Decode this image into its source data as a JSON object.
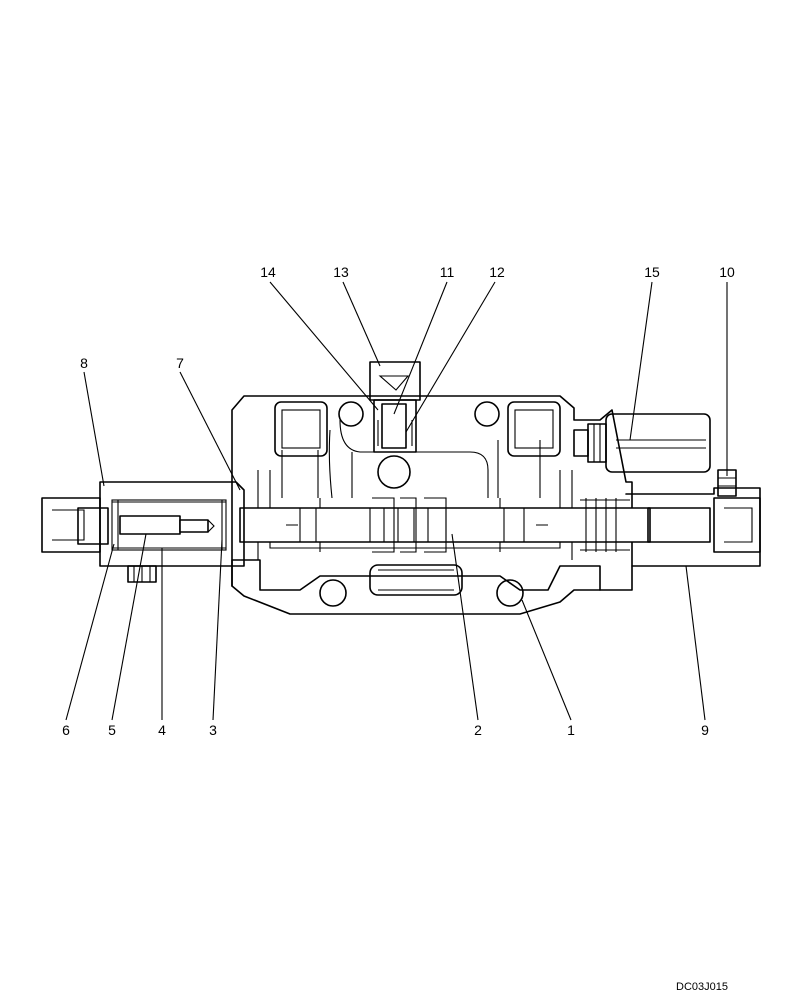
{
  "callouts": [
    {
      "id": "1",
      "label": "1"
    },
    {
      "id": "2",
      "label": "2"
    },
    {
      "id": "3",
      "label": "3"
    },
    {
      "id": "4",
      "label": "4"
    },
    {
      "id": "5",
      "label": "5"
    },
    {
      "id": "6",
      "label": "6"
    },
    {
      "id": "7",
      "label": "7"
    },
    {
      "id": "8",
      "label": "8"
    },
    {
      "id": "9",
      "label": "9"
    },
    {
      "id": "10",
      "label": "10"
    },
    {
      "id": "11",
      "label": "11"
    },
    {
      "id": "12",
      "label": "12"
    },
    {
      "id": "13",
      "label": "13"
    },
    {
      "id": "14",
      "label": "14"
    },
    {
      "id": "15",
      "label": "15"
    }
  ],
  "drawing_code": "DC03J015"
}
